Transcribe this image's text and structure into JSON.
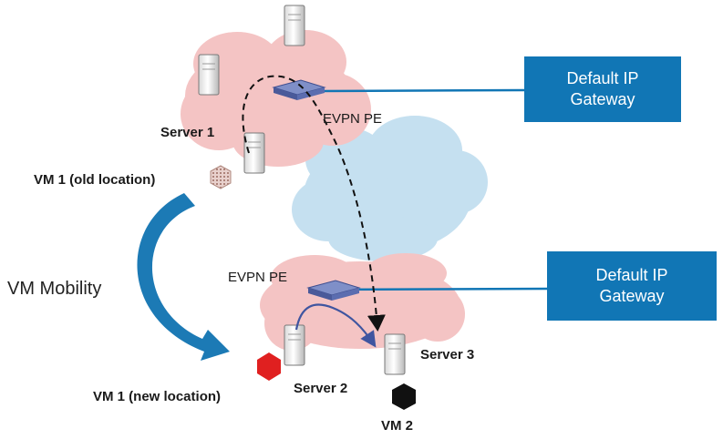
{
  "gateway_top": {
    "line1": "Default IP",
    "line2": "Gateway"
  },
  "gateway_bottom": {
    "line1": "Default IP",
    "line2": "Gateway"
  },
  "labels": {
    "pe_top": "EVPN PE",
    "pe_bottom": "EVPN PE",
    "server1": "Server 1",
    "server2": "Server 2",
    "server3": "Server 3",
    "vm1_old": "VM 1 (old location)",
    "vm1_new": "VM 1 (new location)",
    "vm2": "VM 2",
    "mobility": "VM Mobility"
  },
  "colors": {
    "gateway_fill": "#1176b5",
    "dc_cloud": "#f4c4c4",
    "core_cloud": "#c5e0f0",
    "vm_new": "#e02020",
    "vm2": "#111111",
    "mobility_arrow": "#1c7ab5",
    "switch": "#5b6db0"
  }
}
